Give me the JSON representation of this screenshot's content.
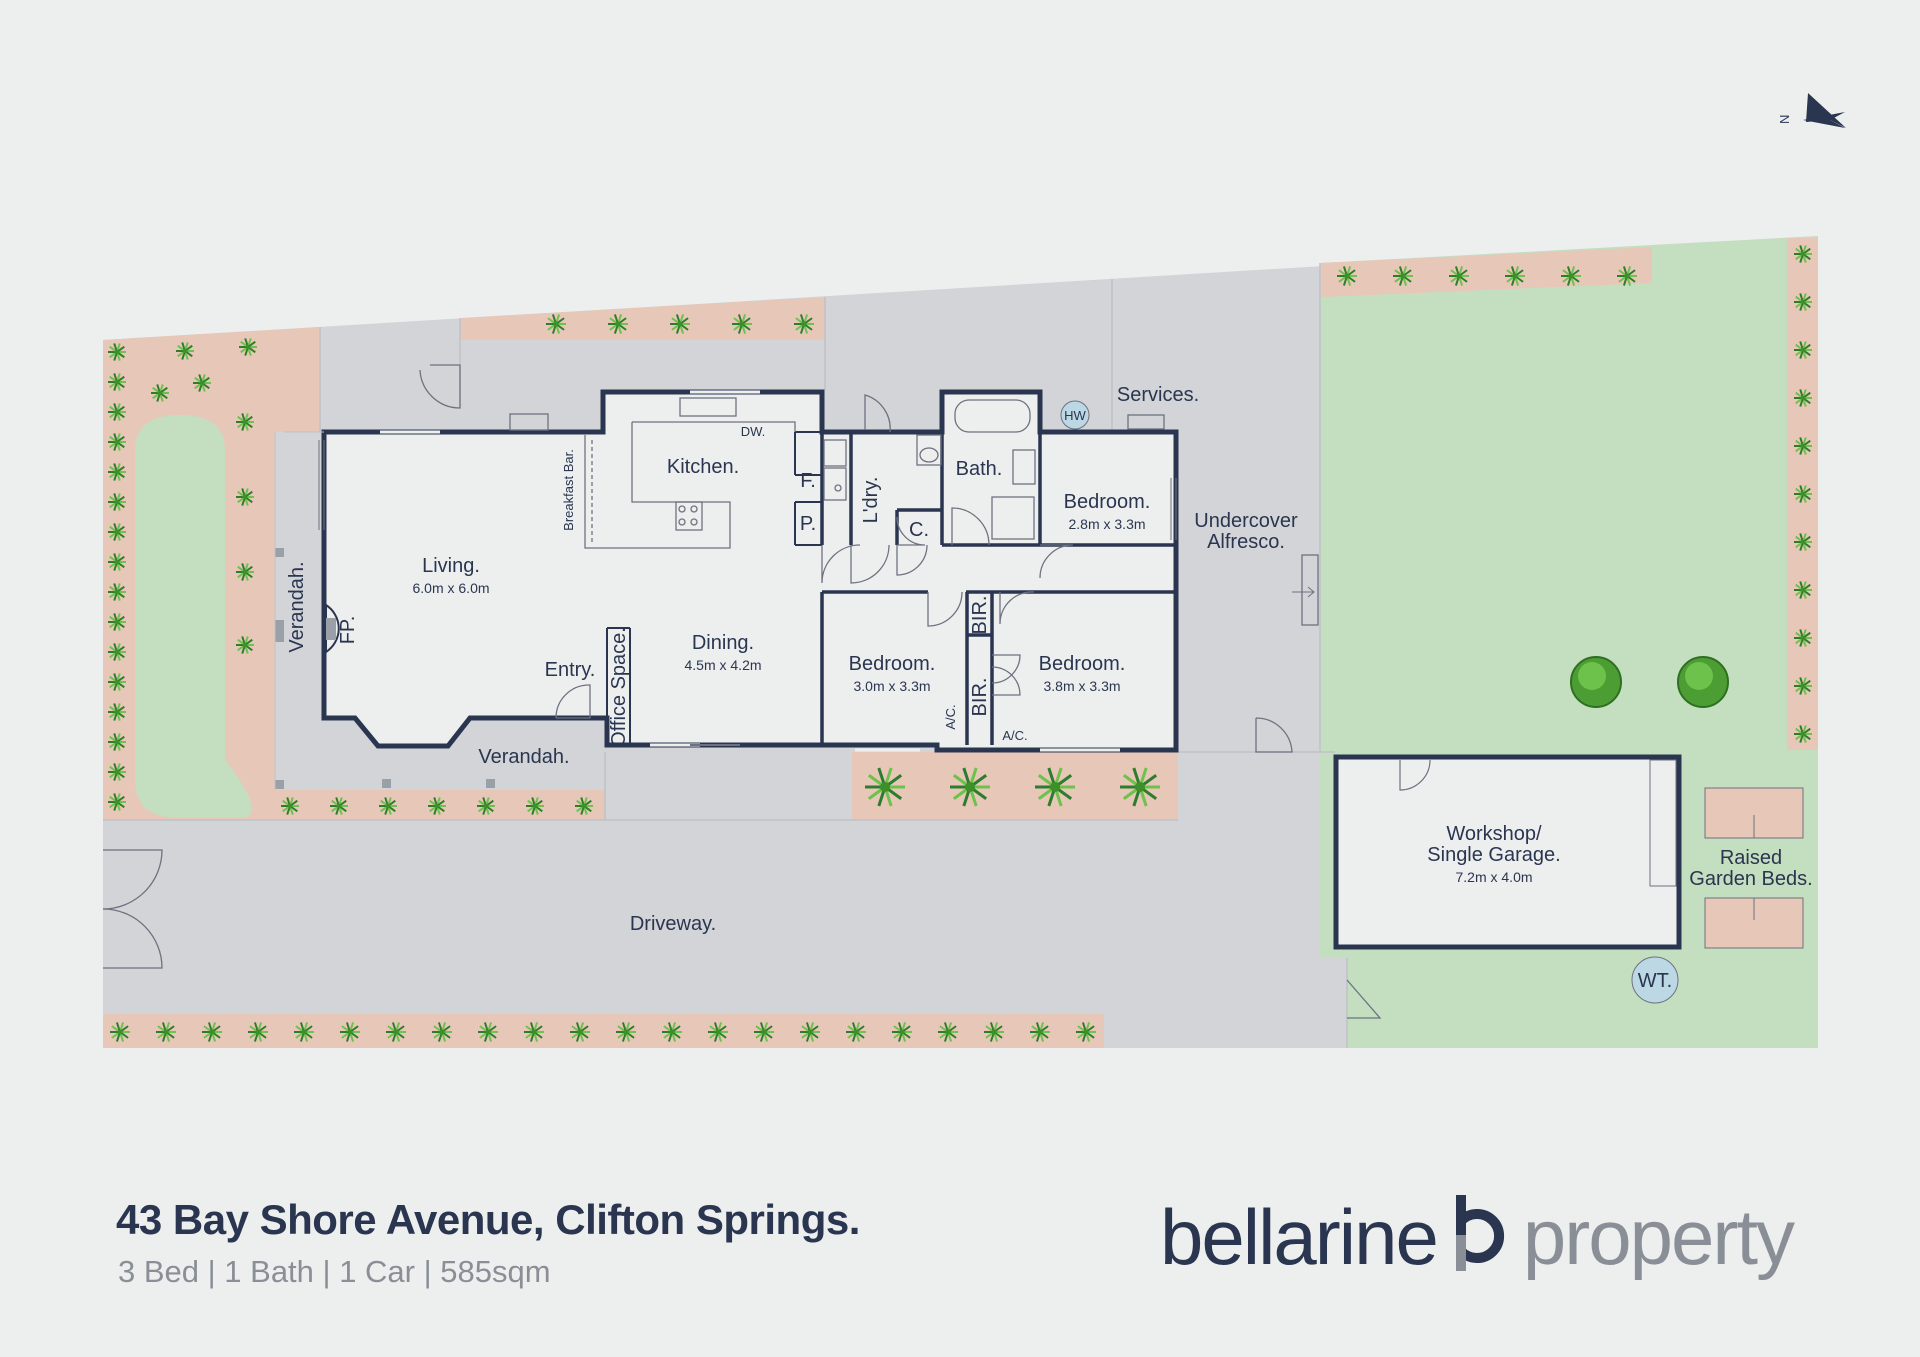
{
  "compass": {
    "label": "N"
  },
  "rooms": {
    "living": {
      "name": "Living.",
      "dim": "6.0m x 6.0m"
    },
    "kitchen": {
      "name": "Kitchen."
    },
    "dw": "DW.",
    "breakfast_bar": "Breakfast Bar.",
    "fridge": "F.",
    "pantry": "P.",
    "laundry": "L'dry.",
    "cupboard": "C.",
    "bath": {
      "name": "Bath."
    },
    "hw": "HW",
    "bed1": {
      "name": "Bedroom.",
      "dim": "2.8m x 3.3m"
    },
    "bed2": {
      "name": "Bedroom.",
      "dim": "3.0m x 3.3m"
    },
    "bed3": {
      "name": "Bedroom.",
      "dim": "3.8m x 3.3m"
    },
    "bir1": "BIR.",
    "bir2": "BIR.",
    "ac1": "A/C.",
    "ac2": "A/C.",
    "dining": {
      "name": "Dining.",
      "dim": "4.5m x 4.2m"
    },
    "entry": "Entry.",
    "office": "Office Space.",
    "fp": "FP.",
    "verandah_side": "Verandah.",
    "verandah_front": "Verandah.",
    "services": "Services.",
    "alfresco_1": "Undercover",
    "alfresco_2": "Alfresco.",
    "garage_1": "Workshop/",
    "garage_2": "Single Garage.",
    "garage_dim": "7.2m x 4.0m",
    "raised_1": "Raised",
    "raised_2": "Garden Beds.",
    "wt": "WT.",
    "driveway": "Driveway."
  },
  "footer": {
    "address": "43 Bay Shore Avenue, Clifton Springs.",
    "specs": "3 Bed | 1 Bath | 1 Car |  585sqm"
  },
  "brand": {
    "part1": "bellarine",
    "part2": "property"
  },
  "colors": {
    "background": "#EDEFEF",
    "paving": "#D2D4D7",
    "lawn": "#C4DEC0",
    "garden_bed": "#E7C7B8",
    "wall": "#2A3550",
    "interior": "#EDEFEF",
    "tree": "#5BAE3E"
  }
}
